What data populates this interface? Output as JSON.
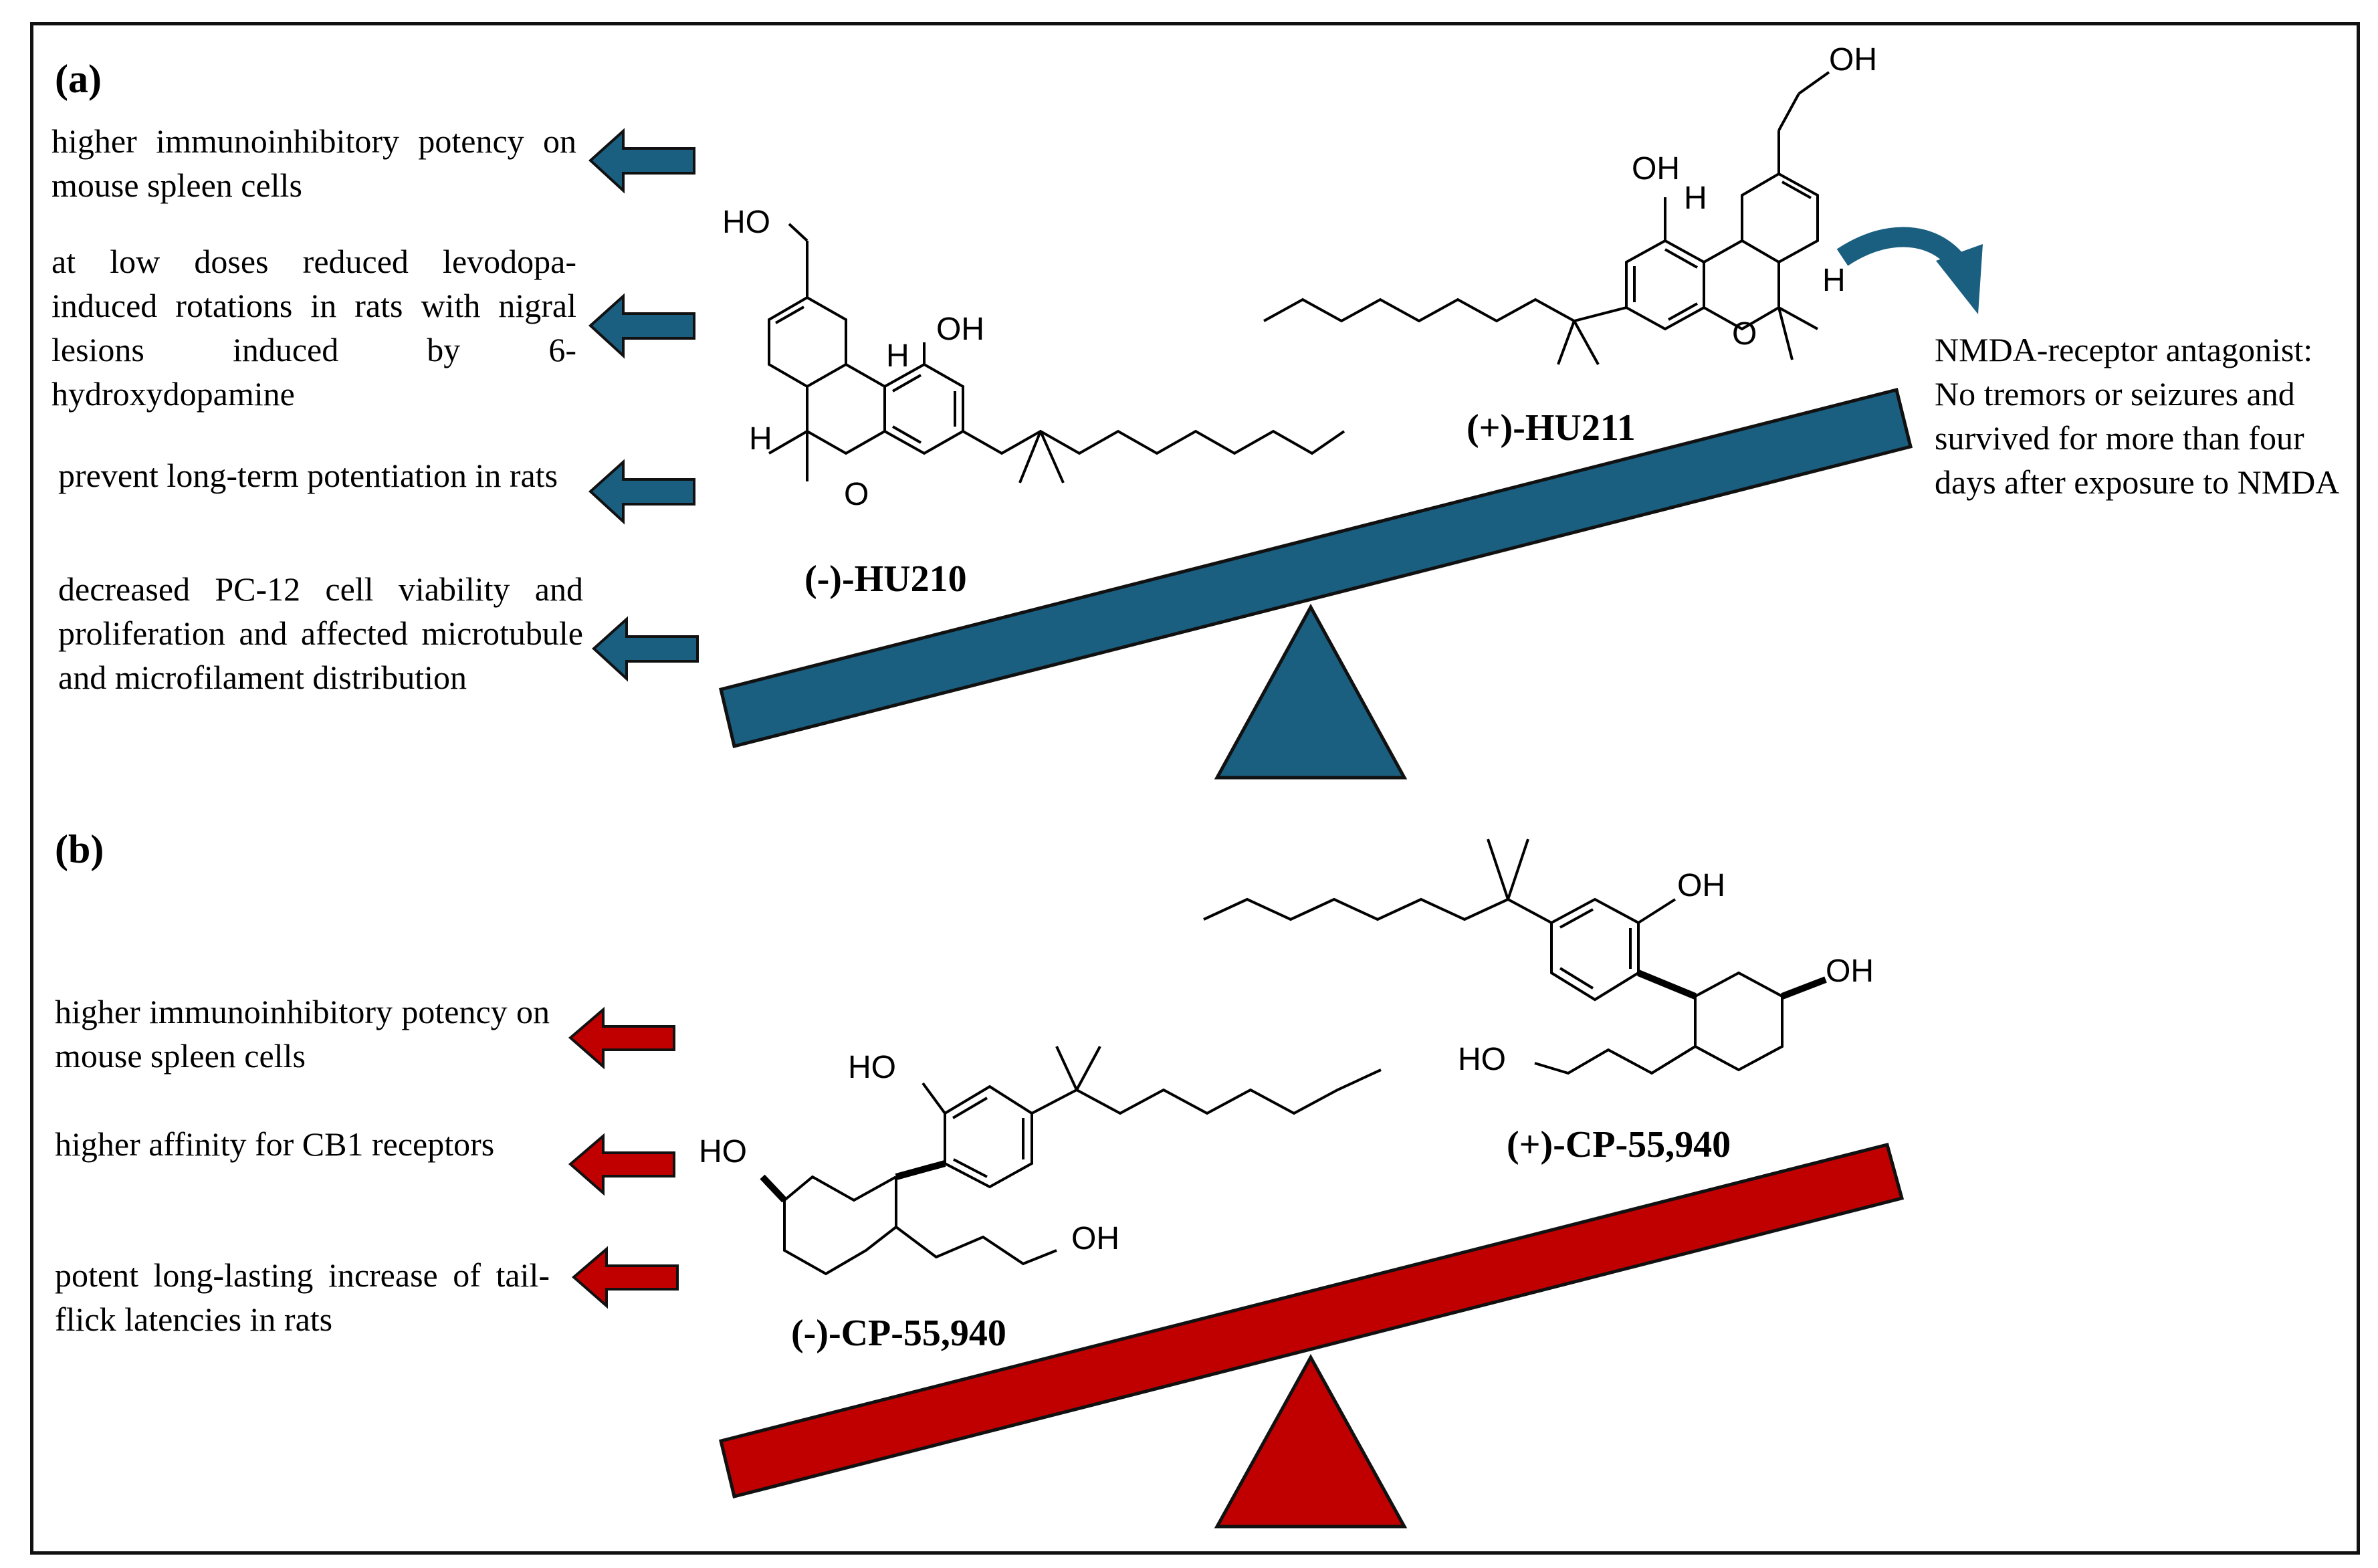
{
  "colors": {
    "panel_a": "#1a5e80",
    "panel_b": "#c00000",
    "border": "#111111"
  },
  "panel_a": {
    "label": "(a)",
    "effects": [
      "higher immunoinhibitory potency on mouse spleen cells",
      "at low doses reduced levodopa-induced rotations in rats with nigral lesions induced by 6-hydroxydopamine",
      "prevent long-term potentiation in rats",
      "decreased PC-12 cell viability and proliferation and affected microtubule and microfilament distribution"
    ],
    "left_compound": "(-)-HU210",
    "right_compound": "(+)-HU211",
    "right_effect": "NMDA-receptor antagonist: No tremors or seizures and survived for more than four days after exposure to NMDA",
    "atoms": {
      "ho_left": "HO",
      "oh_left": "OH",
      "h1_left": "H",
      "h2_left": "H",
      "o_left": "O",
      "oh_right_top": "OH",
      "oh_right": "OH",
      "h1_right": "H",
      "h2_right": "H",
      "o_right": "O"
    },
    "arrow_icon": "left-arrow-icon",
    "curved_arrow_icon": "curved-arrow-icon"
  },
  "panel_b": {
    "label": "(b)",
    "effects": [
      "higher immunoinhibitory potency on mouse spleen cells",
      "higher affinity for CB1 receptors",
      "potent long-lasting increase of tail-flick latencies in rats"
    ],
    "left_compound": "(-)-CP-55,940",
    "right_compound": "(+)-CP-55,940",
    "atoms": {
      "ho_phenol_left": "HO",
      "ho_ring_left": "HO",
      "oh_chain_left": "OH",
      "oh_phenol_right": "OH",
      "oh_ring_right": "OH",
      "ho_chain_right": "HO"
    },
    "arrow_icon": "left-arrow-icon"
  }
}
